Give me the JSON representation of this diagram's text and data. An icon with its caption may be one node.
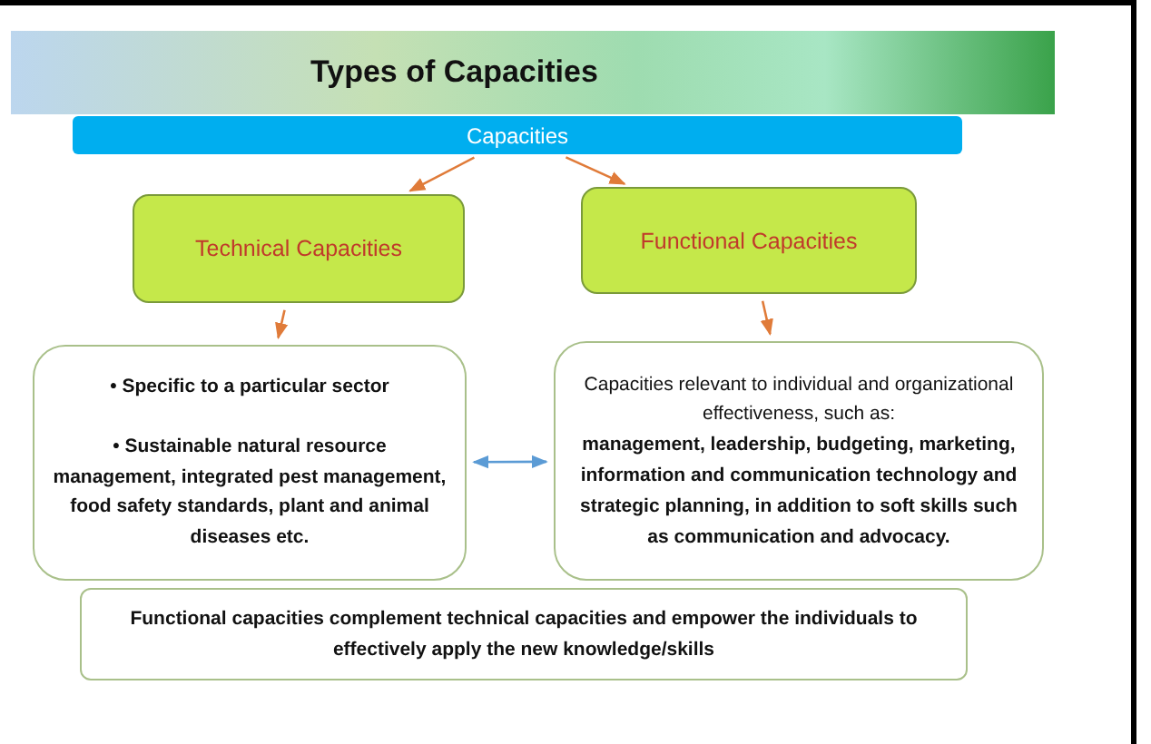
{
  "diagram": {
    "title": "Types of Capacities",
    "nodes": [
      {
        "text": [
          "Capacities"
        ]
      },
      {
        "text": [
          "Technical Capacities"
        ]
      },
      {
        "text": [
          "Functional Capacities"
        ]
      },
      {
        "text": [
          "• Specific to a particular sector",
          "• Sustainable natural resource management, integrated pest management, food safety standards, plant and animal diseases etc."
        ]
      },
      {
        "text": [
          "Capacities relevant to individual and organizational effectiveness, such as:",
          "management, leadership, budgeting, marketing, information and communication technology and strategic planning, in addition to soft skills such as communication and advocacy."
        ]
      },
      {
        "text": [
          "Functional capacities complement technical capacities and empower the individuals to effectively apply the new knowledge/skills"
        ]
      }
    ],
    "edges": [
      {
        "from": 0,
        "to": 1,
        "arrow": "to"
      },
      {
        "from": 0,
        "to": 2,
        "arrow": "to"
      },
      {
        "from": 1,
        "to": 3,
        "arrow": "to"
      },
      {
        "from": 2,
        "to": 4,
        "arrow": "to"
      },
      {
        "from": 3,
        "to": 4,
        "arrow": "both",
        "color": "#5b9bd5"
      }
    ]
  }
}
